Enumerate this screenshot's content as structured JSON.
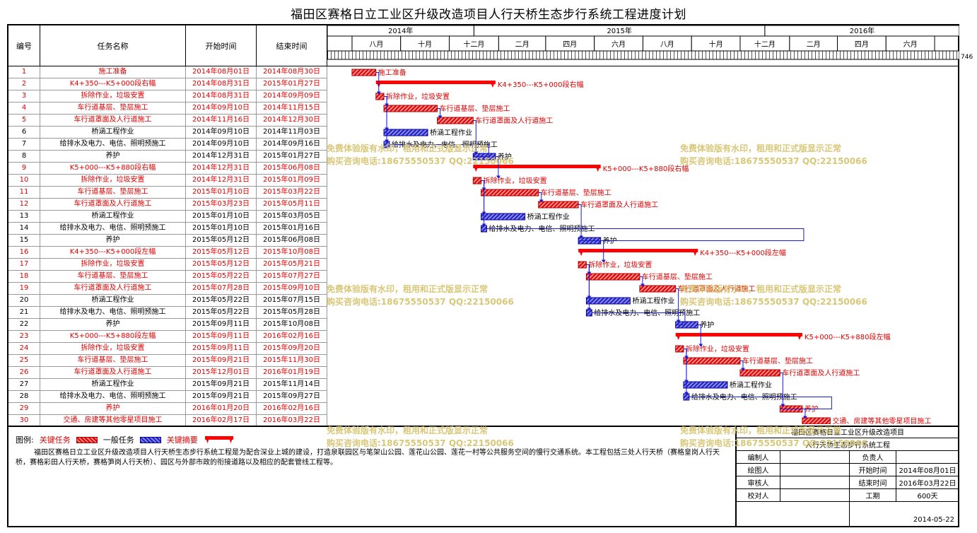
{
  "title": "福田区赛格日立工业区升级改造项目人行天桥生态步行系统工程进度计划",
  "headers": {
    "id": "编号",
    "name": "任务名称",
    "start": "开始时间",
    "end": "结束时间"
  },
  "side_label": "746",
  "chart_data": {
    "type": "gantt",
    "years": [
      "2014年",
      "2015年",
      "2016年"
    ],
    "months": [
      "八月",
      "十月",
      "十二月",
      "二月",
      "四月",
      "六月",
      "八月",
      "十月",
      "十二月",
      "二月",
      "四月",
      "六月"
    ],
    "x_range": [
      "2014-07-01",
      "2016-08-31"
    ],
    "tasks": [
      {
        "id": "1",
        "name": "施工准备",
        "start": "2014年08月01日",
        "end": "2014年08月30日",
        "type": "critical",
        "label": "施工准备"
      },
      {
        "id": "2",
        "name": "K4+350---K5+000段右幅",
        "start": "2014年08月31日",
        "end": "2015年01月27日",
        "type": "summary",
        "label": "K4+350---K5+000段右幅"
      },
      {
        "id": "3",
        "name": "拆除作业，垃圾安置",
        "start": "2014年08月31日",
        "end": "2014年09月09日",
        "type": "critical",
        "label": "拆除作业，垃圾安置"
      },
      {
        "id": "4",
        "name": "车行道基层、垫层施工",
        "start": "2014年09月10日",
        "end": "2014年11月15日",
        "type": "critical",
        "label": "车行道基层、垫层施工"
      },
      {
        "id": "5",
        "name": "车行道罩面及人行道施工",
        "start": "2014年11月16日",
        "end": "2014年12月30日",
        "type": "critical",
        "label": "车行道罩面及人行道施工"
      },
      {
        "id": "6",
        "name": "桥涵工程作业",
        "start": "2014年09月10日",
        "end": "2014年11月03日",
        "type": "normal",
        "label": "桥涵工程作业"
      },
      {
        "id": "7",
        "name": "给排水及电力、电信、照明预施工",
        "start": "2014年09月10日",
        "end": "2014年09月16日",
        "type": "normal",
        "label": "给排水及电力、电信、照明预施工"
      },
      {
        "id": "8",
        "name": "养护",
        "start": "2014年12月31日",
        "end": "2015年01月27日",
        "type": "normal",
        "label": "养护"
      },
      {
        "id": "9",
        "name": "K5+000---K5+880段右幅",
        "start": "2014年12月31日",
        "end": "2015年06月08日",
        "type": "summary",
        "label": "K5+000---K5+880段右幅"
      },
      {
        "id": "10",
        "name": "拆除作业，垃圾安置",
        "start": "2014年12月31日",
        "end": "2015年01月09日",
        "type": "critical",
        "label": "拆除作业，垃圾安置"
      },
      {
        "id": "11",
        "name": "车行道基层、垫层施工",
        "start": "2015年01月10日",
        "end": "2015年03月22日",
        "type": "critical",
        "label": "车行道基层、垫层施工"
      },
      {
        "id": "12",
        "name": "车行道罩面及人行道施工",
        "start": "2015年03月23日",
        "end": "2015年05月11日",
        "type": "critical",
        "label": "车行道罩面及人行道施工"
      },
      {
        "id": "13",
        "name": "桥涵工程作业",
        "start": "2015年01月10日",
        "end": "2015年03月05日",
        "type": "normal",
        "label": "桥涵工程作业"
      },
      {
        "id": "14",
        "name": "给排水及电力、电信、照明预施工",
        "start": "2015年01月10日",
        "end": "2015年01月16日",
        "type": "normal",
        "label": "给排水及电力、电信、照明预施工"
      },
      {
        "id": "15",
        "name": "养护",
        "start": "2015年05月12日",
        "end": "2015年06月08日",
        "type": "normal",
        "label": "养护"
      },
      {
        "id": "16",
        "name": "K4+350---K5+000段左幅",
        "start": "2015年05月12日",
        "end": "2015年10月08日",
        "type": "summary",
        "label": "K4+350---K5+000段左幅"
      },
      {
        "id": "17",
        "name": "拆除作业，垃圾安置",
        "start": "2015年05月12日",
        "end": "2015年05月21日",
        "type": "critical",
        "label": "拆除作业，垃圾安置"
      },
      {
        "id": "18",
        "name": "车行道基层、垫层施工",
        "start": "2015年05月22日",
        "end": "2015年07月27日",
        "type": "critical",
        "label": "车行道基层、垫层施工"
      },
      {
        "id": "19",
        "name": "车行道罩面及人行道施工",
        "start": "2015年07月28日",
        "end": "2015年09月10日",
        "type": "critical",
        "label": "车行道罩面及人行道施工"
      },
      {
        "id": "20",
        "name": "桥涵工程作业",
        "start": "2015年05月22日",
        "end": "2015年07月15日",
        "type": "normal",
        "label": "桥涵工程作业"
      },
      {
        "id": "21",
        "name": "给排水及电力、电信、照明预施工",
        "start": "2015年05月22日",
        "end": "2015年05月28日",
        "type": "normal",
        "label": "给排水及电力、电信、照明预施工"
      },
      {
        "id": "22",
        "name": "养护",
        "start": "2015年09月11日",
        "end": "2015年10月08日",
        "type": "normal",
        "label": "养护"
      },
      {
        "id": "23",
        "name": "K5+000---K5+880段左幅",
        "start": "2015年09月11日",
        "end": "2016年02月16日",
        "type": "summary",
        "label": "K5+000---K5+880段左幅"
      },
      {
        "id": "24",
        "name": "拆除作业，垃圾安置",
        "start": "2015年09月11日",
        "end": "2015年09月20日",
        "type": "critical",
        "label": "拆除作业，垃圾安置"
      },
      {
        "id": "25",
        "name": "车行道基层、垫层施工",
        "start": "2015年09月21日",
        "end": "2015年11月30日",
        "type": "critical",
        "label": "车行道基层、垫层施工"
      },
      {
        "id": "26",
        "name": "车行道罩面及人行道施工",
        "start": "2015年12月01日",
        "end": "2016年01月19日",
        "type": "critical",
        "label": "车行道罩面及人行道施工"
      },
      {
        "id": "27",
        "name": "桥涵工程作业",
        "start": "2015年09月21日",
        "end": "2015年11月14日",
        "type": "normal",
        "label": "桥涵工程作业"
      },
      {
        "id": "28",
        "name": "给排水及电力、电信、照明预施工",
        "start": "2015年09月21日",
        "end": "2015年09月27日",
        "type": "normal",
        "label": "给排水及电力、电信、照明预施工"
      },
      {
        "id": "29",
        "name": "养护",
        "start": "2016年01月20日",
        "end": "2016年02月16日",
        "type": "critical",
        "label": "养护"
      },
      {
        "id": "30",
        "name": "交通、房建等其他零星项目施工",
        "start": "2016年02月17日",
        "end": "2016年03月22日",
        "type": "critical",
        "label": "交通、房建等其他零星项目施工"
      }
    ],
    "colors": {
      "critical": "#e00000",
      "normal": "#2020c0",
      "summary": "#ff0000",
      "link": "#1a1ad0"
    }
  },
  "legend": {
    "prefix": "图例:",
    "critical": "关键任务",
    "normal": "一般任务",
    "summary": "关键摘要"
  },
  "description": "福田区赛格日立工业区升级改造项目人行天桥生态步行系统工程是为配合深业上城的建设，打造泉联园区与笔架山公园、莲花山公园、莲花一村等公共服务空间的慢行交通系统。本工程包括三处人行天桥（赛格皇岗人行天桥，赛格彩田人行天桥，赛格笋岗人行天桥）、园区与外部市政的衔接道路以及相应的配套管线工程等。",
  "title_block": {
    "project_line1": "福田区赛格日立工业区升级改造项目",
    "project_line2": "人行天桥生态步行系统工程",
    "editor_label": "编制人",
    "owner_label": "负责人",
    "drafter_label": "绘图人",
    "start_label": "开始时间",
    "start_value": "2014年08月01日",
    "reviewer_label": "审核人",
    "end_label": "结束时间",
    "end_value": "2016年03月22日",
    "checker_label": "校对人",
    "duration_label": "工期",
    "duration_value": "600天",
    "date": "2014-05-22"
  },
  "watermark": {
    "line1": "免费体验版有水印，租用和正式版显示正常",
    "line2": "购买咨询电话:18675550537 QQ:22150066"
  }
}
